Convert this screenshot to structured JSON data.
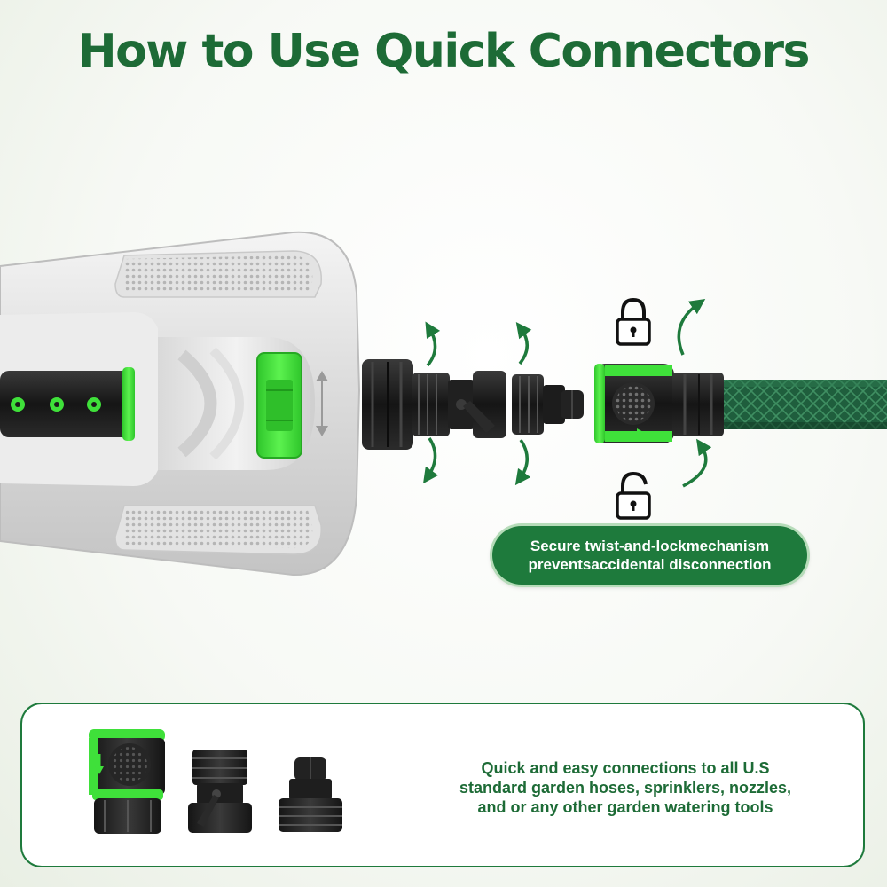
{
  "title": "How to Use Quick Connectors",
  "callout": {
    "line1": "Secure twist-and-lockmechanism",
    "line2": "preventsaccidental disconnection"
  },
  "bottom": {
    "line1": "Quick and easy connections to all U.S",
    "line2": "standard garden hoses, sprinklers, nozzles,",
    "line3": "and or any other garden watering tools"
  },
  "colors": {
    "brand_green": "#1d6b36",
    "accent_lime": "#3fe03a",
    "hose_green": "#1e5e3c",
    "connector_black": "#1a1a1a"
  },
  "icons": [
    "lock-closed-icon",
    "lock-open-icon",
    "rotate-arrow-icon",
    "flow-arrow-icon"
  ]
}
